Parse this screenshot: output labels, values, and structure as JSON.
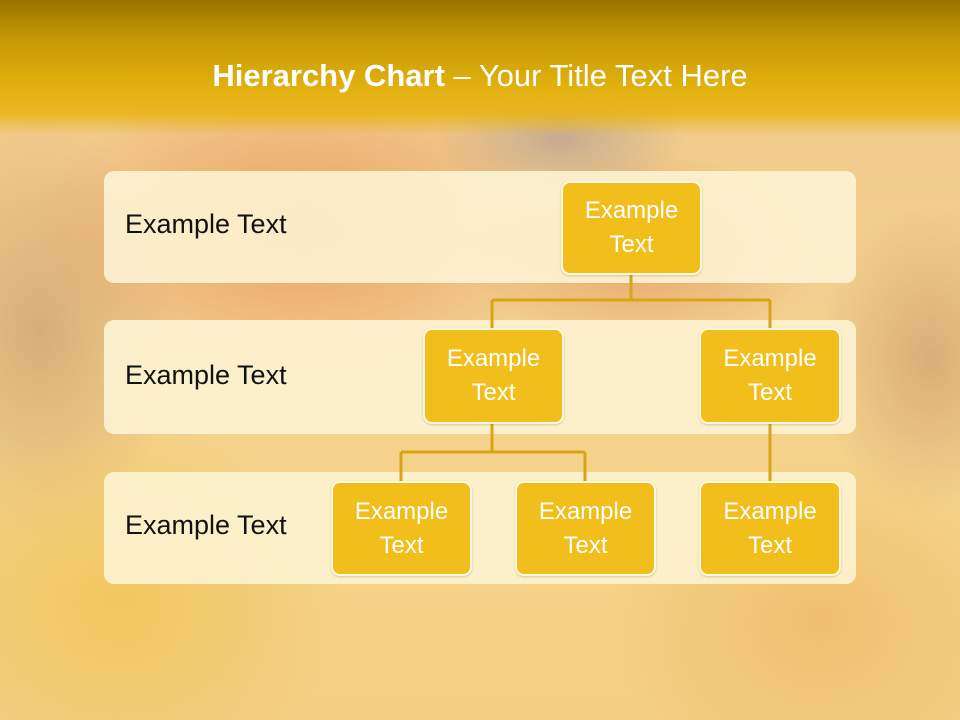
{
  "title": {
    "bold": "Hierarchy Chart",
    "rest": " – Your Title Text Here"
  },
  "levels": [
    {
      "label": "Example Text"
    },
    {
      "label": "Example Text"
    },
    {
      "label": "Example Text"
    }
  ],
  "nodes": {
    "root": "Example Text",
    "l2_left": "Example Text",
    "l2_right": "Example Text",
    "l3_a": "Example Text",
    "l3_b": "Example Text",
    "l3_c": "Example Text"
  },
  "colors": {
    "title_bar": "#e2b10e",
    "node_fill": "#f2be1b",
    "connector": "#d9a514",
    "band_fill": "#fdf3d2"
  }
}
